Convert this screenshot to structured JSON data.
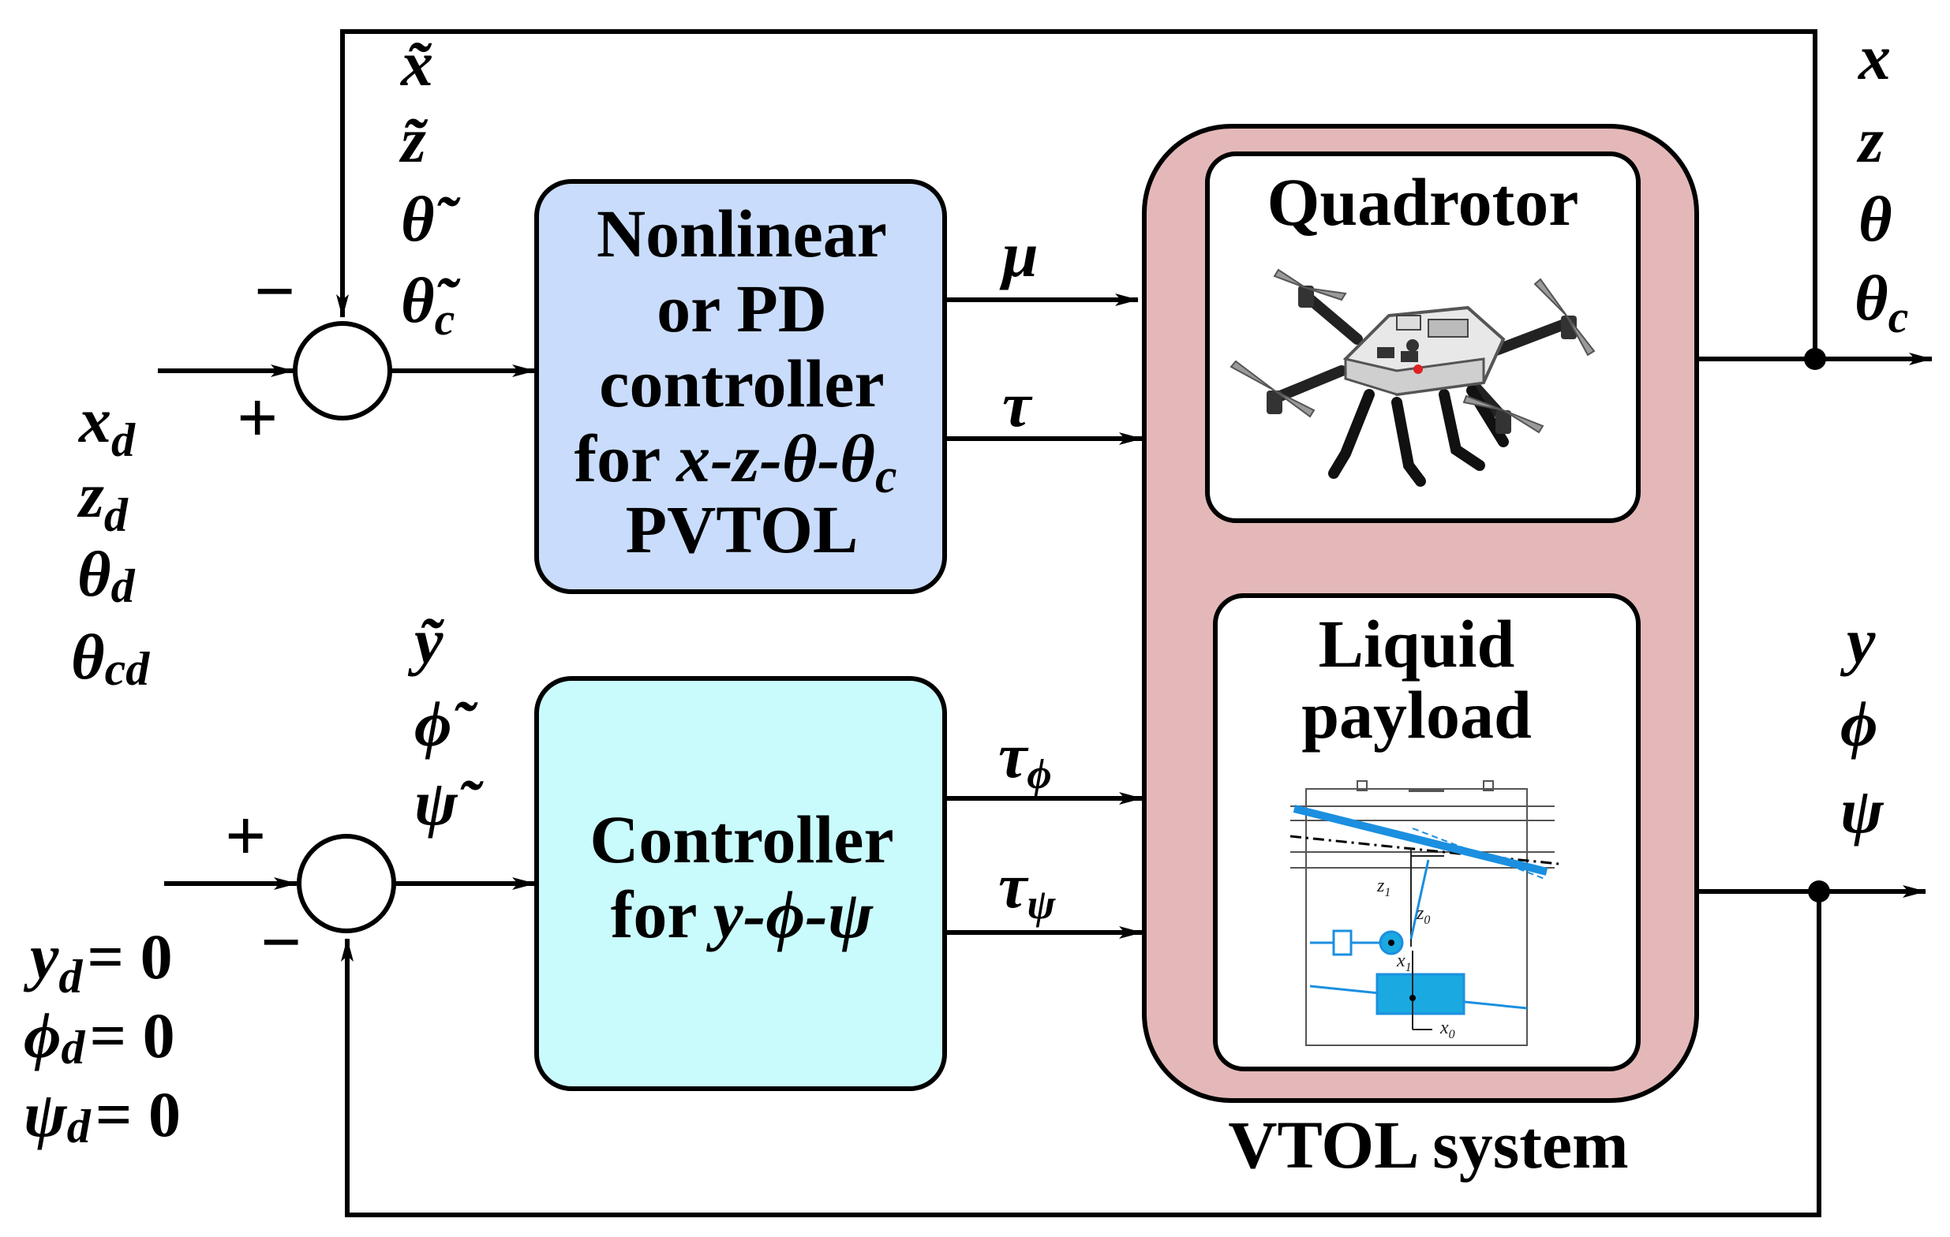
{
  "blocks": {
    "nonlinear": {
      "line1": "Nonlinear",
      "line2": "or PD",
      "line3": "controller",
      "line4_prefix": "for ",
      "line4_vars": "x-z-θ-θ",
      "line4_sub": "c",
      "line5": "PVTOL",
      "fill": "#c9dcfb"
    },
    "lateral": {
      "line1": "Controller",
      "line2_prefix": "for ",
      "line2_vars": "y-ϕ-ψ",
      "fill": "#c9fbfd"
    },
    "vtol": {
      "label": "VTOL system",
      "fill": "#e4b8b8"
    },
    "quadrotor": {
      "label": "Quadrotor"
    },
    "payload": {
      "line1": "Liquid",
      "line2": "payload"
    }
  },
  "signals": {
    "errors_top": [
      "x̃",
      "z̃",
      "θ̃",
      "θ̃"
    ],
    "errors_top_sub": "c",
    "refs_top": [
      {
        "base": "x",
        "sub": "d"
      },
      {
        "base": "z",
        "sub": "d"
      },
      {
        "base": "θ",
        "sub": "d"
      },
      {
        "base": "θ",
        "sub": "cd"
      }
    ],
    "errors_bottom": [
      "ỹ",
      "ϕ̃",
      "ψ̃"
    ],
    "refs_bottom": [
      {
        "base": "y",
        "sub": "d",
        "eq": "= 0"
      },
      {
        "base": "ϕ",
        "sub": "d",
        "eq": "= 0"
      },
      {
        "base": "ψ",
        "sub": "d",
        "eq": "= 0"
      }
    ],
    "mu": "μ",
    "tau": "τ",
    "tau_phi": {
      "base": "τ",
      "sub": "ϕ"
    },
    "tau_psi": {
      "base": "τ",
      "sub": "ψ"
    },
    "outputs_top": [
      "x",
      "z",
      "θ",
      "θ"
    ],
    "outputs_top_sub": "c",
    "outputs_bottom": [
      "y",
      "ϕ",
      "ψ"
    ]
  },
  "signs": {
    "top_minus": "−",
    "top_plus": "+",
    "bottom_plus": "+",
    "bottom_minus": "−"
  },
  "payload_schematic": {
    "z1": "z",
    "z1_sub": "1",
    "z0": "z",
    "z0_sub": "0",
    "x1": "x",
    "x1_sub": "1",
    "x0": "x",
    "x0_sub": "0"
  },
  "colors": {
    "line": "#000000",
    "payload_cyan": "#1aa9e0",
    "payload_blue": "#1b8fe0"
  }
}
